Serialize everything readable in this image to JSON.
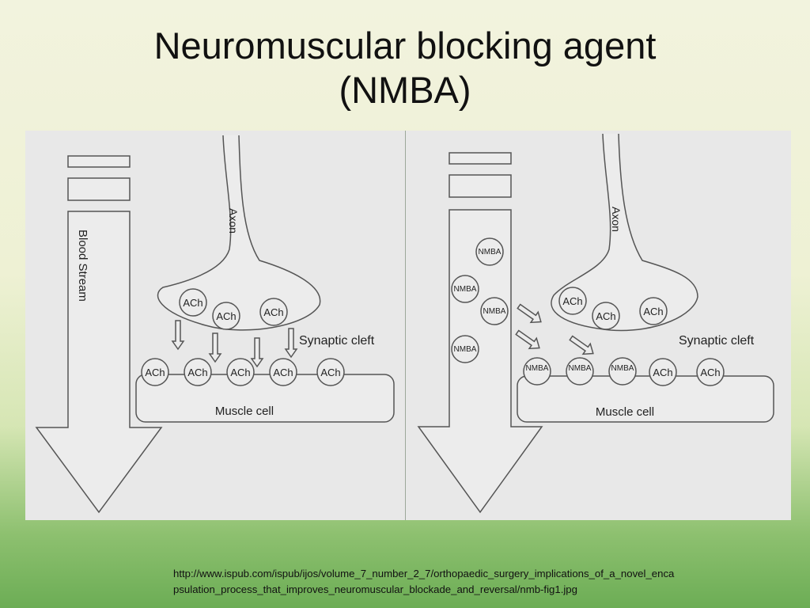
{
  "slide": {
    "title_line1": "Neuromuscular blocking agent",
    "title_line2": "(NMBA)",
    "caption_line1": "http://www.ispub.com/ispub/ijos/volume_7_number_2_7/orthopaedic_surgery_implications_of_a_novel_enca",
    "caption_line2": "psulation_process_that_improves_neuromuscular_blockade_and_reversal/nmb-fig1.jpg"
  },
  "diagram": {
    "left_panel": {
      "blood_stream_label": "Blood Stream",
      "axon_label": "Axon",
      "synaptic_cleft_label": "Synaptic cleft",
      "muscle_cell_label": "Muscle cell",
      "vesicle_labels": [
        "ACh",
        "ACh",
        "ACh"
      ],
      "receptor_labels": [
        "ACh",
        "ACh",
        "ACh",
        "ACh",
        "ACh"
      ]
    },
    "right_panel": {
      "axon_label": "Axon",
      "synaptic_cleft_label": "Synaptic cleft",
      "muscle_cell_label": "Muscle cell",
      "bloodstream_nmba_labels": [
        "NMBA",
        "NMBA",
        "NMBA",
        "NMBA"
      ],
      "vesicle_labels": [
        "ACh",
        "ACh",
        "ACh"
      ],
      "receptor_labels": [
        "NMBA",
        "NMBA",
        "NMBA",
        "ACh",
        "ACh"
      ]
    }
  }
}
